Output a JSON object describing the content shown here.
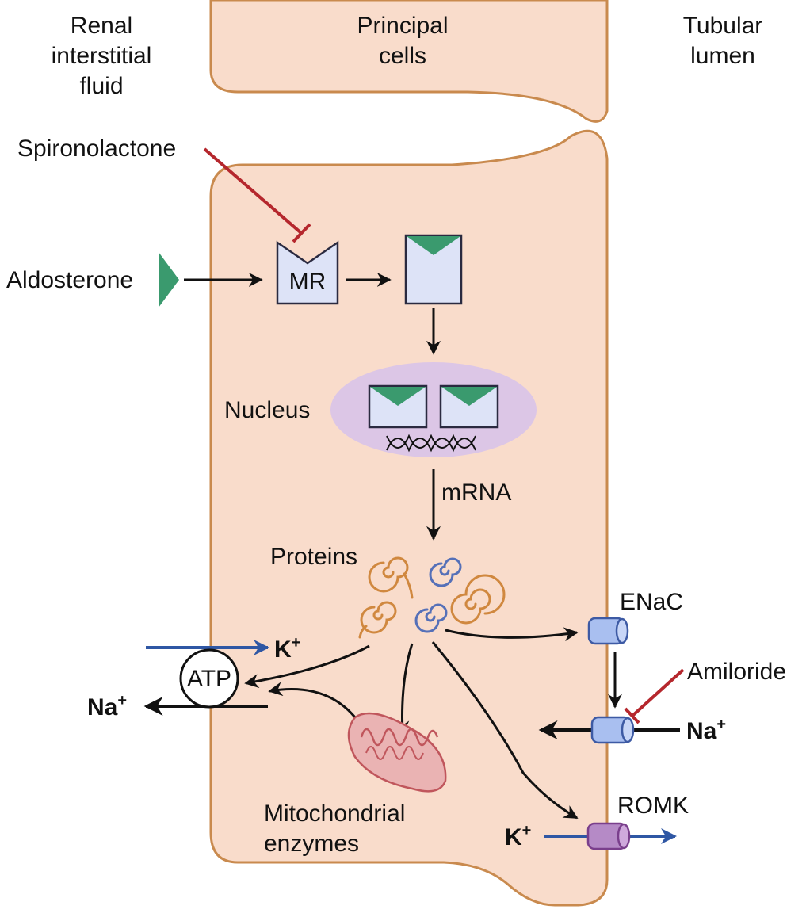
{
  "colors": {
    "cell_fill": "#f9dccb",
    "cell_stroke": "#c98a4e",
    "receptor_fill": "#dde3f7",
    "receptor_stroke": "#2a2a40",
    "aldosterone": "#3a9a6e",
    "nucleus_fill": "#dcc6e6",
    "inhibitor": "#b5272d",
    "potassium_arrow": "#2f57a4",
    "protein_orange": "#d0883f",
    "protein_blue": "#5570b8",
    "enac_fill": "#a9bff0",
    "romk_fill": "#b58ac6",
    "mito_fill": "#eab3b3",
    "mito_stroke": "#c0565c",
    "arrow": "#111111"
  },
  "headers": {
    "left": [
      "Renal",
      "interstitial",
      "fluid"
    ],
    "center": [
      "Principal",
      "cells"
    ],
    "right": [
      "Tubular",
      "lumen"
    ]
  },
  "labels": {
    "spironolactone": "Spironolactone",
    "aldosterone": "Aldosterone",
    "mr": "MR",
    "nucleus": "Nucleus",
    "mrna": "mRNA",
    "proteins": "Proteins",
    "enac": "ENaC",
    "amiloride": "Amiloride",
    "na_right": "Na",
    "na_right_sup": "+",
    "romk": "ROMK",
    "k_bottom": "K",
    "k_bottom_sup": "+",
    "k_left": "K",
    "k_left_sup": "+",
    "atp": "ATP",
    "na_left": "Na",
    "na_left_sup": "+",
    "mito_line1": "Mitochondrial",
    "mito_line2": "enzymes"
  }
}
